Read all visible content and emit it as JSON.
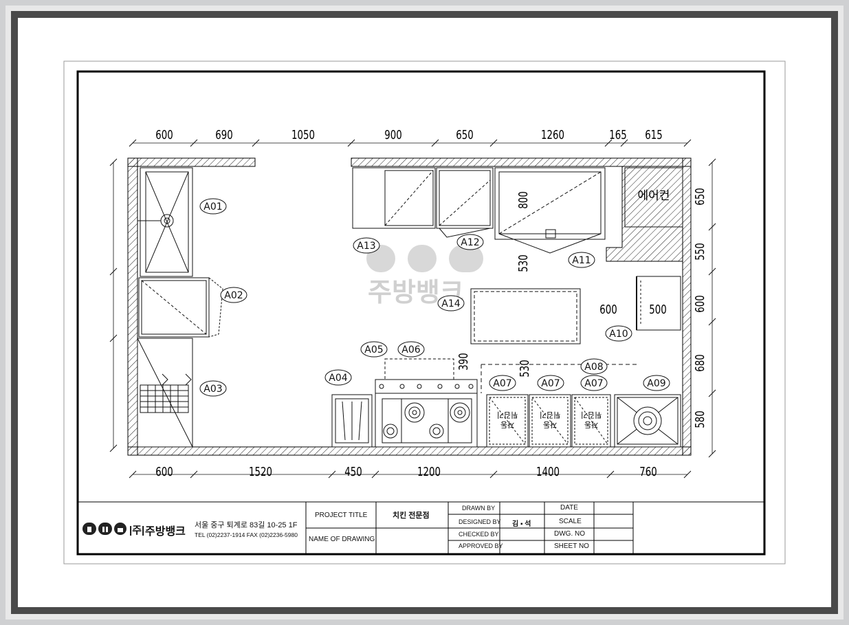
{
  "dimensions": {
    "top": [
      "600",
      "690",
      "1050",
      "900",
      "650",
      "1260",
      "165",
      "615"
    ],
    "bottom": [
      "600",
      "1520",
      "450",
      "1200",
      "1400",
      "760"
    ],
    "right": [
      "650",
      "550",
      "600",
      "680",
      "580"
    ],
    "inner": [
      "800",
      "530",
      "600",
      "500",
      "390",
      "530"
    ]
  },
  "equipment_tags": [
    "A01",
    "A02",
    "A03",
    "A04",
    "A05",
    "A06",
    "A07",
    "A07",
    "A07",
    "A08",
    "A09",
    "A10",
    "A11",
    "A12",
    "A13",
    "A14"
  ],
  "room_label": "에어컨",
  "fryer_label": "자동\n튀김기",
  "watermark": {
    "text": "주방뱅크"
  },
  "title_block": {
    "company_paren": "주",
    "company_name": "주방뱅크",
    "address": "서울 중구 퇴계로 83길 10-25 1F",
    "contact": "TEL (02)2237-1914 FAX (02)2236-5980",
    "project_title_label": "PROJECT TITLE",
    "project_title_value": "치킨 전문점",
    "name_of_drawing_label": "NAME OF DRAWING",
    "name_of_drawing_value": "",
    "drawn_by_label": "DRAWN BY",
    "designed_by_label": "DESIGNED BY",
    "designed_by_value": "김 ▪ 석",
    "checked_by_label": "CHECKED BY",
    "approved_by_label": "APPROVED BY",
    "date_label": "DATE",
    "scale_label": "SCALE",
    "dwg_no_label": "DWG. NO",
    "sheet_no_label": "SHEET NO"
  }
}
